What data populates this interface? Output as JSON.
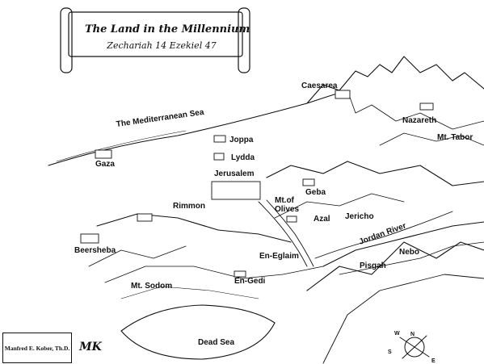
{
  "title": {
    "main": "The Land in the Millennium",
    "subtitle": "Zechariah 14  Ezekiel 47"
  },
  "places": {
    "caesarea": "Caesarea",
    "mediterranean": "The Mediterranean Sea",
    "nazareth": "Nazareth",
    "mt_tabor": "Mt. Tabor",
    "joppa": "Joppa",
    "gaza": "Gaza",
    "lydda": "Lydda",
    "jerusalem": "Jerusalem",
    "geba": "Geba",
    "mt_of_olives_1": "Mt.of",
    "mt_of_olives_2": "Olives",
    "rimmon": "Rimmon",
    "azal": "Azal",
    "jericho": "Jericho",
    "jordan_river": "Jordan River",
    "beersheba": "Beersheba",
    "en_eglaim": "En-Eglaim",
    "nebo": "Nebo",
    "pisgah": "Pisgah",
    "en_gedi": "En-Gedi",
    "mt_sodom": "Mt. Sodom",
    "dead_sea": "Dead Sea"
  },
  "credit": "Manfred E. Kober, Th.D.",
  "monogram": "MK",
  "compass": {
    "n": "N",
    "s": "S",
    "e": "E",
    "w": "W"
  }
}
